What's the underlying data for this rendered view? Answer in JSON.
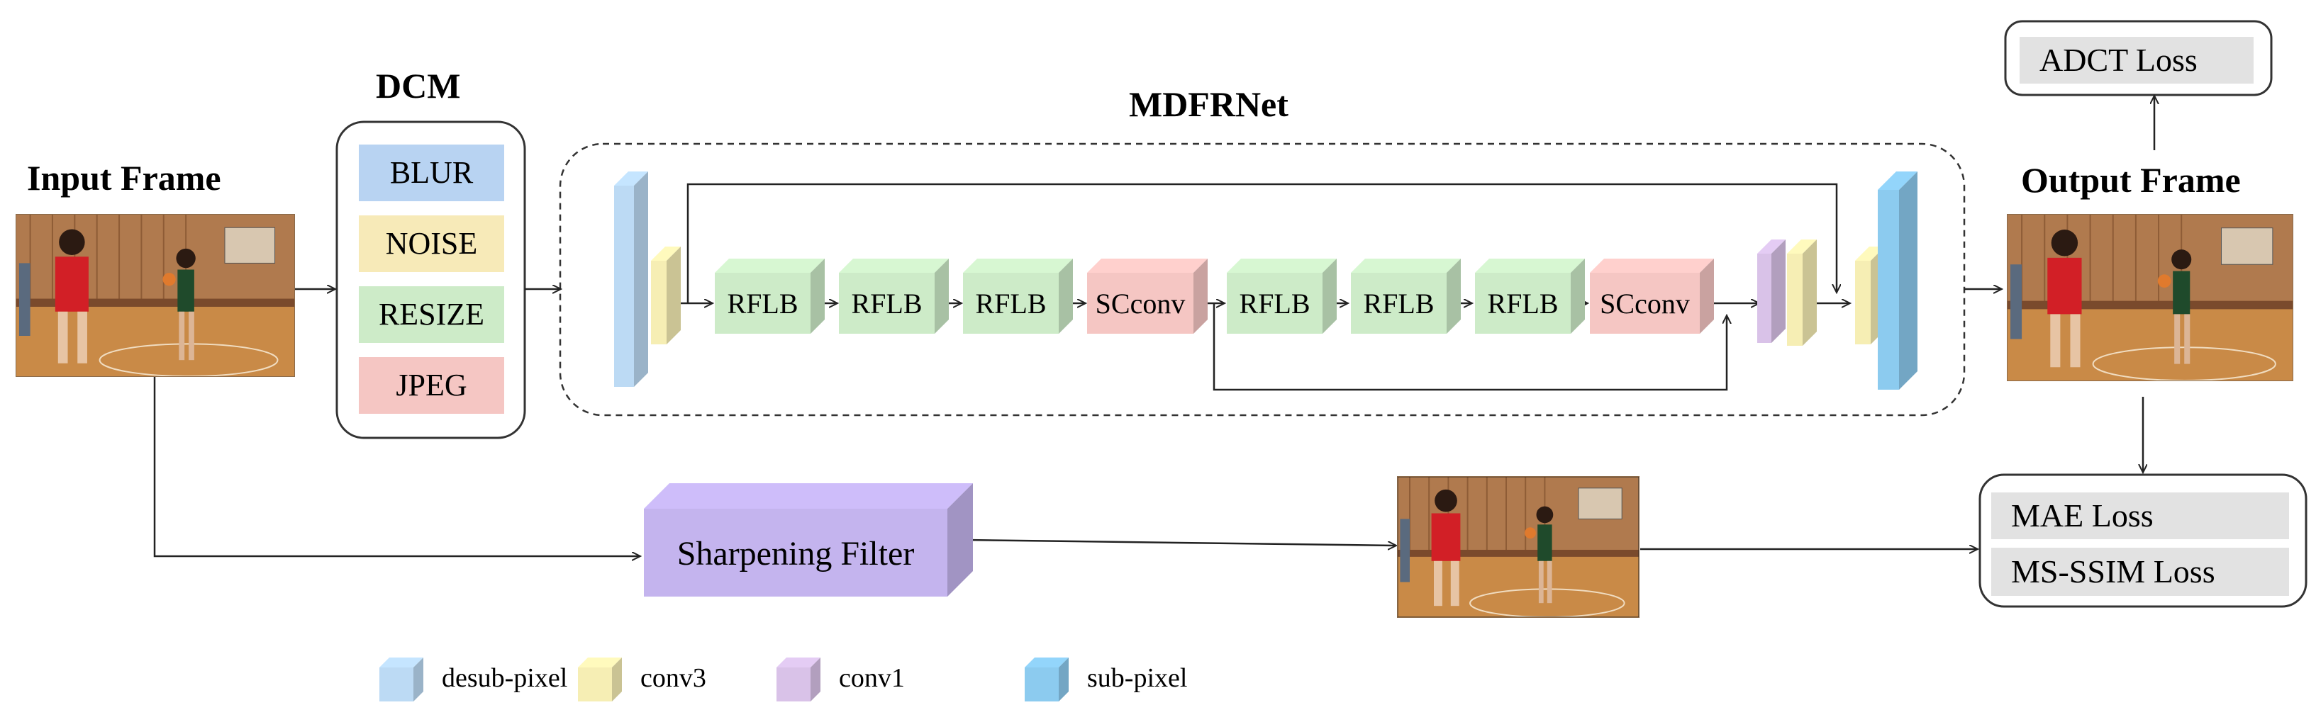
{
  "titles": {
    "input": "Input Frame",
    "dcm": "DCM",
    "mdfrnet": "MDFRNet",
    "output": "Output Frame"
  },
  "dcm_items": [
    {
      "label": "BLUR",
      "color": "#b8d3f2"
    },
    {
      "label": "NOISE",
      "color": "#f7eab8"
    },
    {
      "label": "RESIZE",
      "color": "#cdebc8"
    },
    {
      "label": "JPEG",
      "color": "#f5c6c3"
    }
  ],
  "blocks": {
    "rflb": "RFLB",
    "scconv": "SCconv",
    "sharpening": "Sharpening Filter"
  },
  "losses": {
    "adct": "ADCT  Loss",
    "mae": "MAE  Loss",
    "msssim": "MS-SSIM  Loss"
  },
  "legend": [
    {
      "label": "desub-pixel",
      "color": "#bcdaf4"
    },
    {
      "label": "conv3",
      "color": "#f6eeb4"
    },
    {
      "label": "conv1",
      "color": "#d9c2e8"
    },
    {
      "label": "sub-pixel",
      "color": "#8ccbef"
    }
  ],
  "colors": {
    "rflb": "#cdebc8",
    "scconv": "#f5c6c3",
    "sharpening": "#c4b4ee",
    "desub": "#bcdaf4",
    "conv3": "#f6eeb4",
    "conv1": "#d9c2e8",
    "subpixel": "#8ccbef"
  }
}
